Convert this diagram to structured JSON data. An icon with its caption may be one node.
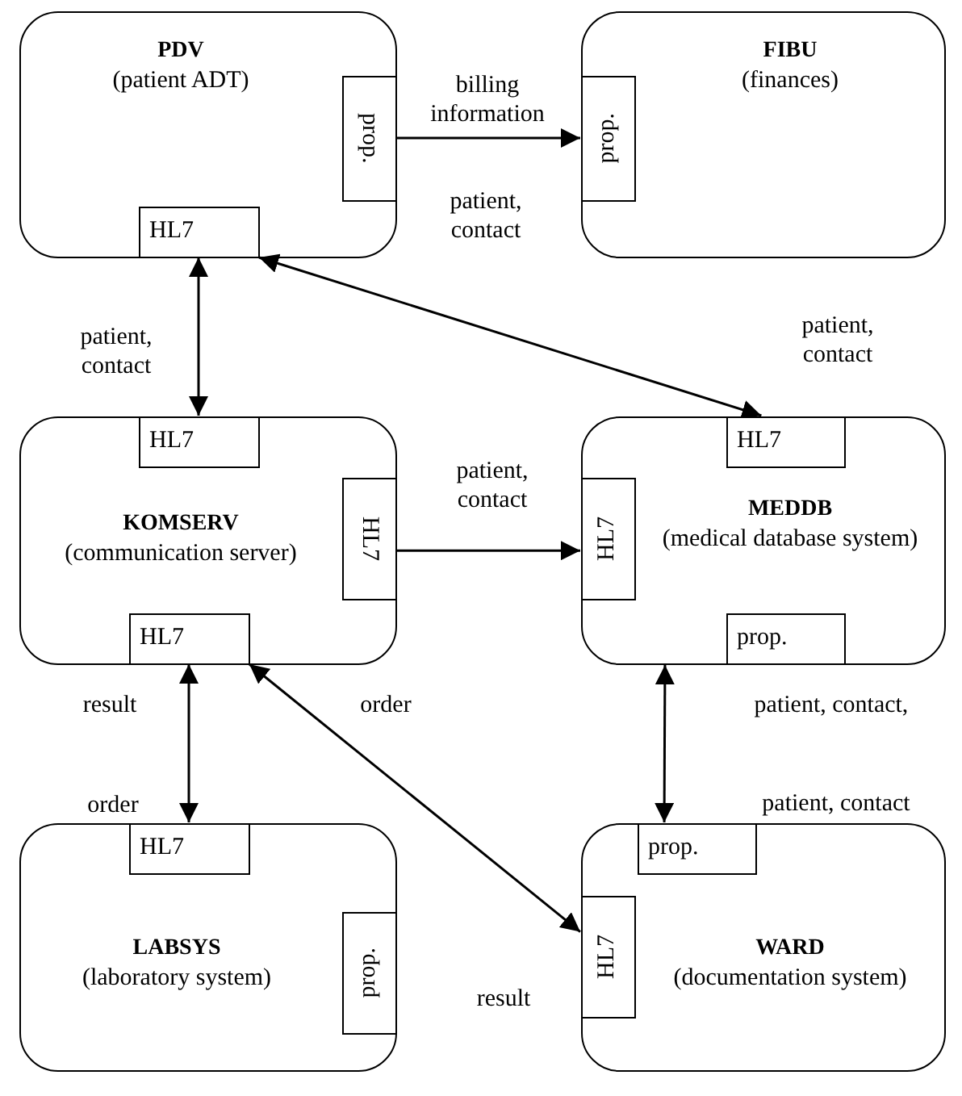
{
  "diagram": {
    "nodes": [
      {
        "text": [
          "PDV",
          "(patient ADT)"
        ]
      },
      {
        "text": [
          "prop."
        ],
        "in": 0
      },
      {
        "text": [
          "HL7"
        ],
        "in": 0
      },
      {
        "text": [
          "FIBU",
          "(finances)"
        ]
      },
      {
        "text": [
          "prop."
        ],
        "in": 3
      },
      {
        "text": [
          "KOMSERV",
          "(communication server)"
        ]
      },
      {
        "text": [
          "HL7"
        ],
        "in": 5
      },
      {
        "text": [
          "HL7"
        ],
        "in": 5
      },
      {
        "text": [
          "HL7"
        ],
        "in": 5
      },
      {
        "text": [
          "MEDDB",
          "(medical database system)"
        ]
      },
      {
        "text": [
          "HL7"
        ],
        "in": 9
      },
      {
        "text": [
          "HL7"
        ],
        "in": 9
      },
      {
        "text": [
          "prop."
        ],
        "in": 9
      },
      {
        "text": [
          "LABSYS",
          "(laboratory system)"
        ]
      },
      {
        "text": [
          "HL7"
        ],
        "in": 13
      },
      {
        "text": [
          "prop."
        ],
        "in": 13
      },
      {
        "text": [
          "WARD",
          "(documentation system)"
        ]
      },
      {
        "text": [
          "prop."
        ],
        "in": 16
      },
      {
        "text": [
          "HL7"
        ],
        "in": 16
      }
    ],
    "edges": [
      {
        "from": 1,
        "to": 4,
        "arrow": "to",
        "label": "billing information"
      },
      {
        "from": 2,
        "to": 6,
        "arrow": "both",
        "label": "patient, contact"
      },
      {
        "from": 2,
        "to": 10,
        "arrow": "both",
        "label": "patient, contact"
      },
      {
        "from": 7,
        "to": 11,
        "arrow": "to",
        "label": "patient, contact"
      },
      {
        "from": 8,
        "to": 14,
        "arrow": "both",
        "label": "result"
      },
      {
        "from": 8,
        "to": 18,
        "arrow": "both",
        "label": "order"
      },
      {
        "from": 9,
        "to": 17,
        "arrow": "both",
        "label": "patient, contact,"
      }
    ],
    "labels": [
      "patient, contact",
      "order",
      "result",
      "patient, contact"
    ]
  }
}
